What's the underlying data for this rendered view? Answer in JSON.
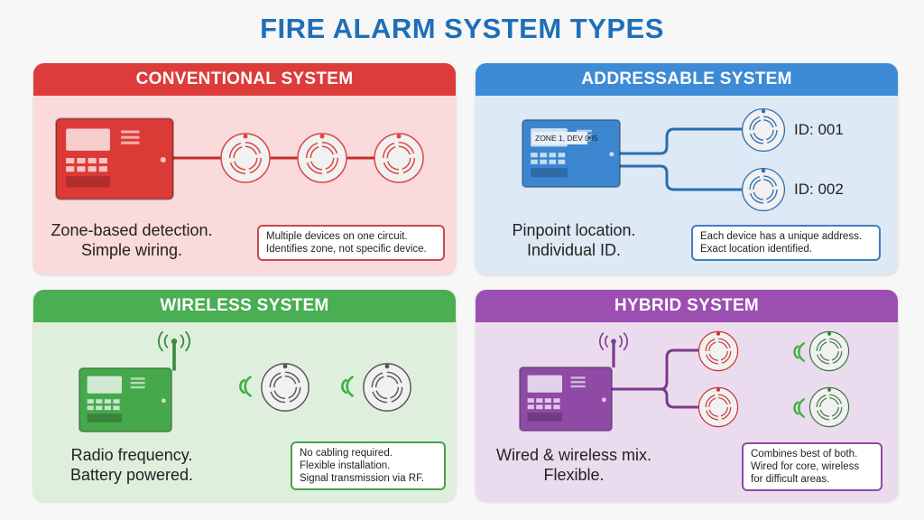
{
  "title": "FIRE ALARM SYSTEM TYPES",
  "colors": {
    "title": "#1f6fb8",
    "conventional": "#de3b3b",
    "addressable": "#3d8bd6",
    "wireless": "#4aae52",
    "hybrid": "#9b4fb0"
  },
  "panels": {
    "conventional": {
      "header": "CONVENTIONAL SYSTEM",
      "caption1": "Zone-based detection.",
      "caption2": "Simple wiring.",
      "note1": "Multiple devices on one circuit.",
      "note2": "Identifies zone, not specific device."
    },
    "addressable": {
      "header": "ADDRESSABLE SYSTEM",
      "display": "ZONE 1, DEV 005",
      "ids": [
        "ID: 001",
        "ID: 002"
      ],
      "caption1": "Pinpoint location.",
      "caption2": "Individual ID.",
      "note1": "Each device has a unique address.",
      "note2": "Exact location identified."
    },
    "wireless": {
      "header": "WIRELESS SYSTEM",
      "caption1": "Radio frequency.",
      "caption2": "Battery powered.",
      "note1": "No cabling required.",
      "note2": "Flexible installation.",
      "note3": "Signal transmission via RF."
    },
    "hybrid": {
      "header": "HYBRID SYSTEM",
      "caption1": "Wired & wireless mix.",
      "caption2": "Flexible.",
      "note1": "Combines best of both.",
      "note2": "Wired for core, wireless",
      "note3": "for difficult areas."
    }
  }
}
